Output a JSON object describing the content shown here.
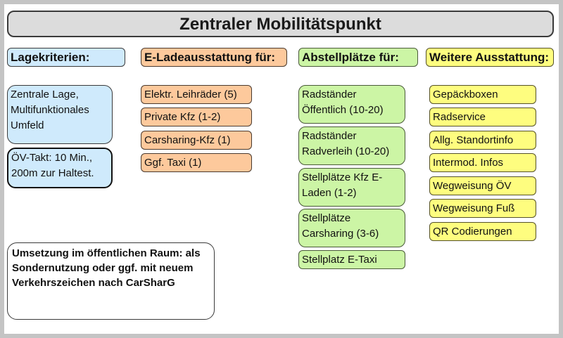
{
  "title": "Zentraler Mobilitätspunkt",
  "columns": [
    {
      "header": "Lagekriterien:",
      "color": "#cfeafc",
      "items": [
        "Zentrale Lage, Multifunktionales Umfeld",
        "ÖV-Takt: 10 Min., 200m zur Haltest."
      ]
    },
    {
      "header": "E-Ladeausstattung für:",
      "color": "#fdc99c",
      "items": [
        "Elektr. Leihräder (5)",
        "Private Kfz (1-2)",
        "Carsharing-Kfz (1)",
        "Ggf. Taxi (1)"
      ]
    },
    {
      "header": "Abstellplätze für:",
      "color": "#ccf5a5",
      "items": [
        "Radständer Öffentlich (10-20)",
        "Radständer Radverleih (10-20)",
        "Stellplätze Kfz E-Laden (1-2)",
        "Stellplätze Carsharing (3-6)",
        "Stellplatz E-Taxi"
      ]
    },
    {
      "header": "Weitere Ausstattung:",
      "color": "#fefd7f",
      "items": [
        "Gepäckboxen",
        "Radservice",
        "Allg. Standortinfo",
        "Intermod. Infos",
        "Wegweisung ÖV",
        "Wegweisung Fuß",
        "QR Codierungen"
      ]
    }
  ],
  "note": "Umsetzung im öffentlichen Raum: als Sondernutzung oder ggf. mit neuem Verkehrszeichen nach CarSharG"
}
